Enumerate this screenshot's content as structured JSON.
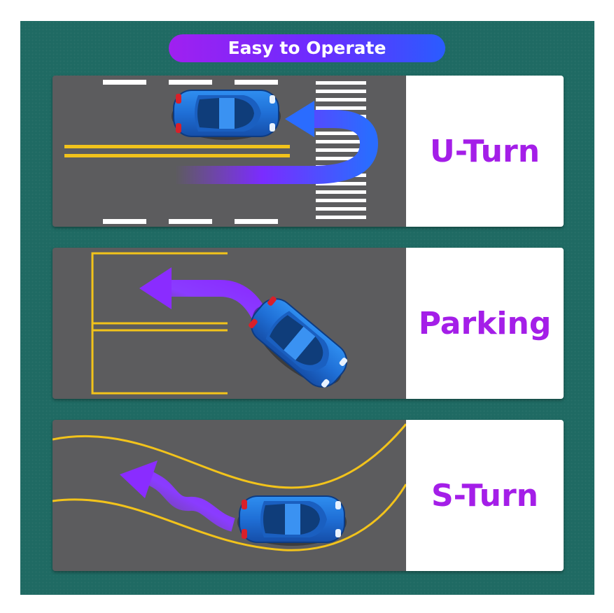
{
  "header": {
    "title": "Easy to Operate"
  },
  "panels": [
    {
      "label": "U-Turn",
      "icon": "u-turn-arrow-icon"
    },
    {
      "label": "Parking",
      "icon": "left-arrow-icon"
    },
    {
      "label": "S-Turn",
      "icon": "wavy-arrow-icon"
    }
  ],
  "colors": {
    "background": "#1f6a63",
    "road": "#5c5c5e",
    "label_text": "#a41ee8",
    "lane_yellow": "#f2c31b",
    "car_blue": "#1f6fd6"
  }
}
